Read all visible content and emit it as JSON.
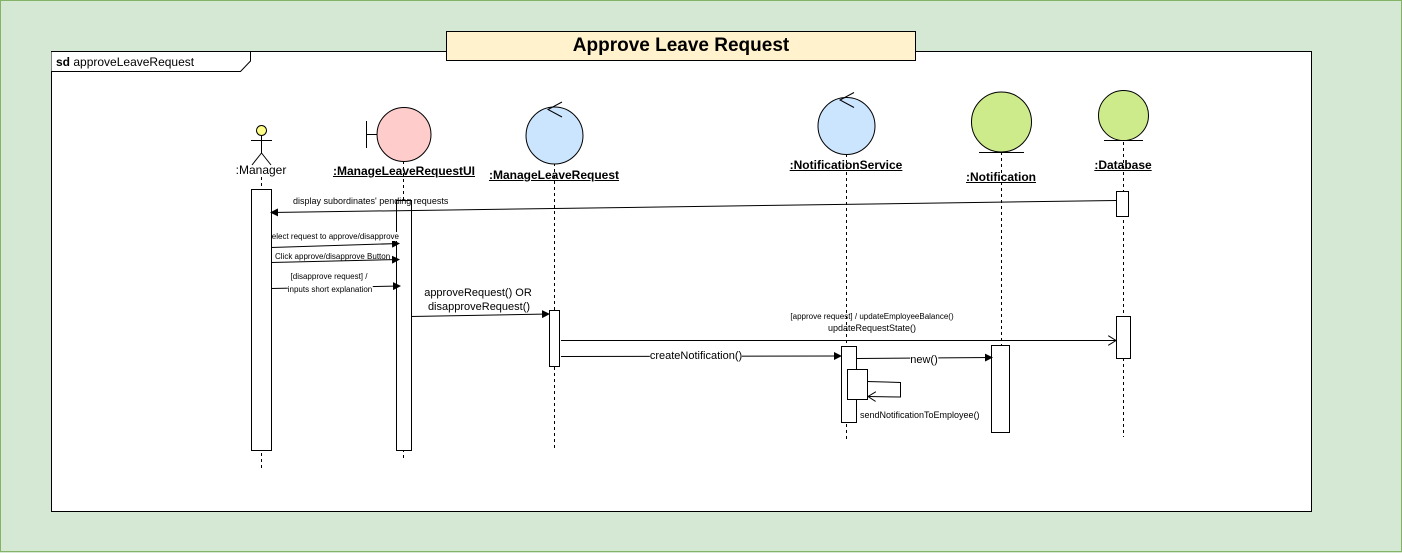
{
  "title": "Approve Leave Request",
  "frame": {
    "keyword": "sd",
    "name": "approveLeaveRequest"
  },
  "lifelines": [
    {
      "id": "manager",
      "label": ":Manager",
      "kind": "actor"
    },
    {
      "id": "ui",
      "label": ":ManageLeaveRequestUI",
      "kind": "boundary",
      "color": "#ffcccc"
    },
    {
      "id": "ctrl",
      "label": ":ManageLeaveRequest",
      "kind": "control",
      "color": "#cce5ff"
    },
    {
      "id": "notifsvc",
      "label": ":NotificationService",
      "kind": "control",
      "color": "#cce5ff"
    },
    {
      "id": "notif",
      "label": ":Notification",
      "kind": "entity",
      "color": "#cdeb8b"
    },
    {
      "id": "db",
      "label": ":Database",
      "kind": "entity",
      "color": "#cdeb8b"
    }
  ],
  "messages": {
    "display": "display subordinates' pending requests",
    "select": "select request to approve/disapprove",
    "click": "Click approve/disapprove Button",
    "disapprove_guard": "[disapprove request] /",
    "explanation": "inputs short explanation",
    "approve_line1": "approveRequest() OR",
    "approve_line2": "disapproveRequest()",
    "update_guard": "[approve request] / updateEmployeeBalance()",
    "update_state": "updateRequestState()",
    "create_notification": "createNotification()",
    "new": "new()",
    "send": "sendNotificationToEmployee()"
  },
  "colors": {
    "background": "#d5e8d4",
    "title_fill": "#fff2cc",
    "actor_head": "#ffff88"
  }
}
